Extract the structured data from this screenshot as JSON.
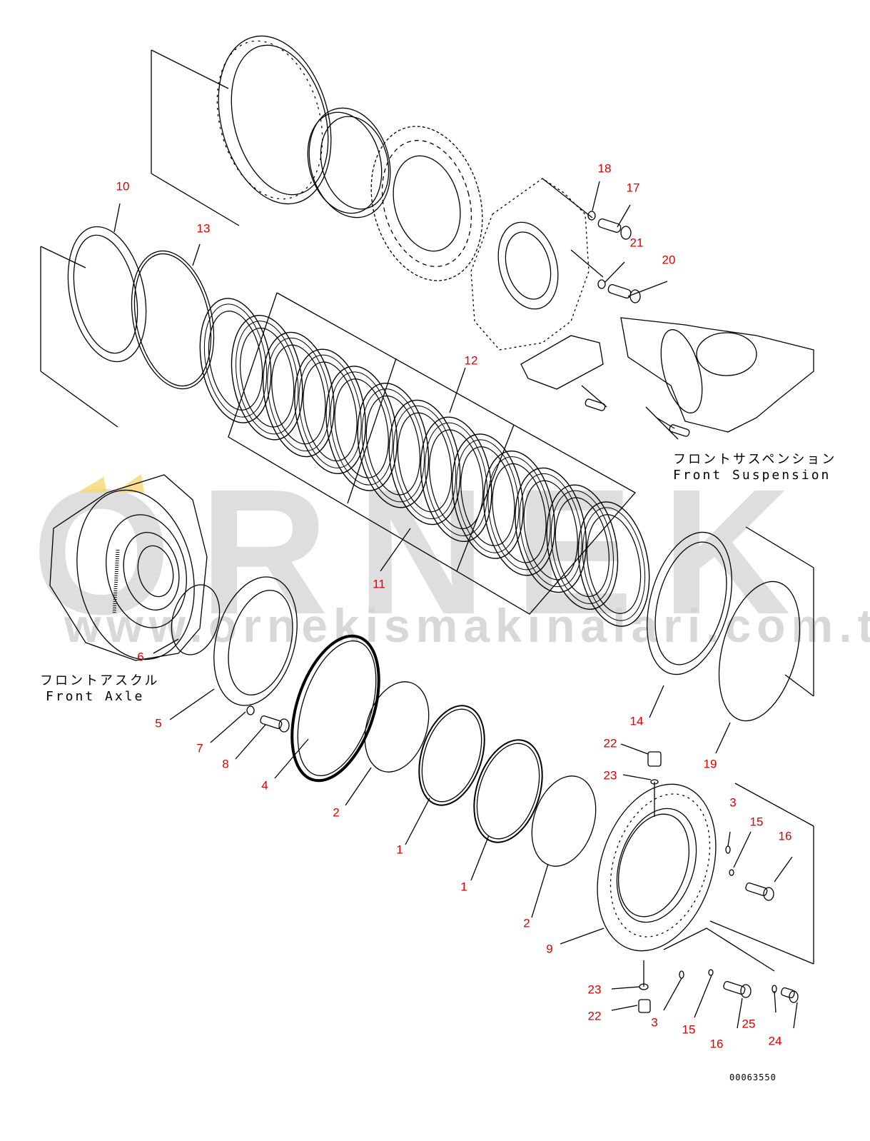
{
  "watermark": {
    "brand": "ORNEK",
    "url": "www.ornekismakinalari.com.tr",
    "accent_color": "#f5d76e"
  },
  "captions": {
    "front_suspension": {
      "jp": "フロントサスペンション",
      "en": "Front Suspension"
    },
    "front_axle": {
      "jp": "フロントアスクル",
      "en": "Front Axle"
    }
  },
  "drawing_number": "00063550",
  "callout_color": "#e00000",
  "callouts": [
    {
      "id": "c10",
      "label": "10"
    },
    {
      "id": "c13",
      "label": "13"
    },
    {
      "id": "c18",
      "label": "18"
    },
    {
      "id": "c17",
      "label": "17"
    },
    {
      "id": "c21",
      "label": "21"
    },
    {
      "id": "c20",
      "label": "20"
    },
    {
      "id": "c12",
      "label": "12"
    },
    {
      "id": "c11",
      "label": "11"
    },
    {
      "id": "c6",
      "label": "6"
    },
    {
      "id": "c5",
      "label": "5"
    },
    {
      "id": "c7",
      "label": "7"
    },
    {
      "id": "c8",
      "label": "8"
    },
    {
      "id": "c4",
      "label": "4"
    },
    {
      "id": "c2a",
      "label": "2"
    },
    {
      "id": "c1a",
      "label": "1"
    },
    {
      "id": "c1b",
      "label": "1"
    },
    {
      "id": "c2b",
      "label": "2"
    },
    {
      "id": "c14",
      "label": "14"
    },
    {
      "id": "c19",
      "label": "19"
    },
    {
      "id": "c22a",
      "label": "22"
    },
    {
      "id": "c23a",
      "label": "23"
    },
    {
      "id": "c3a",
      "label": "3"
    },
    {
      "id": "c15a",
      "label": "15"
    },
    {
      "id": "c16a",
      "label": "16"
    },
    {
      "id": "c9",
      "label": "9"
    },
    {
      "id": "c23b",
      "label": "23"
    },
    {
      "id": "c22b",
      "label": "22"
    },
    {
      "id": "c3b",
      "label": "3"
    },
    {
      "id": "c15b",
      "label": "15"
    },
    {
      "id": "c16b",
      "label": "16"
    },
    {
      "id": "c25",
      "label": "25"
    },
    {
      "id": "c24",
      "label": "24"
    }
  ]
}
